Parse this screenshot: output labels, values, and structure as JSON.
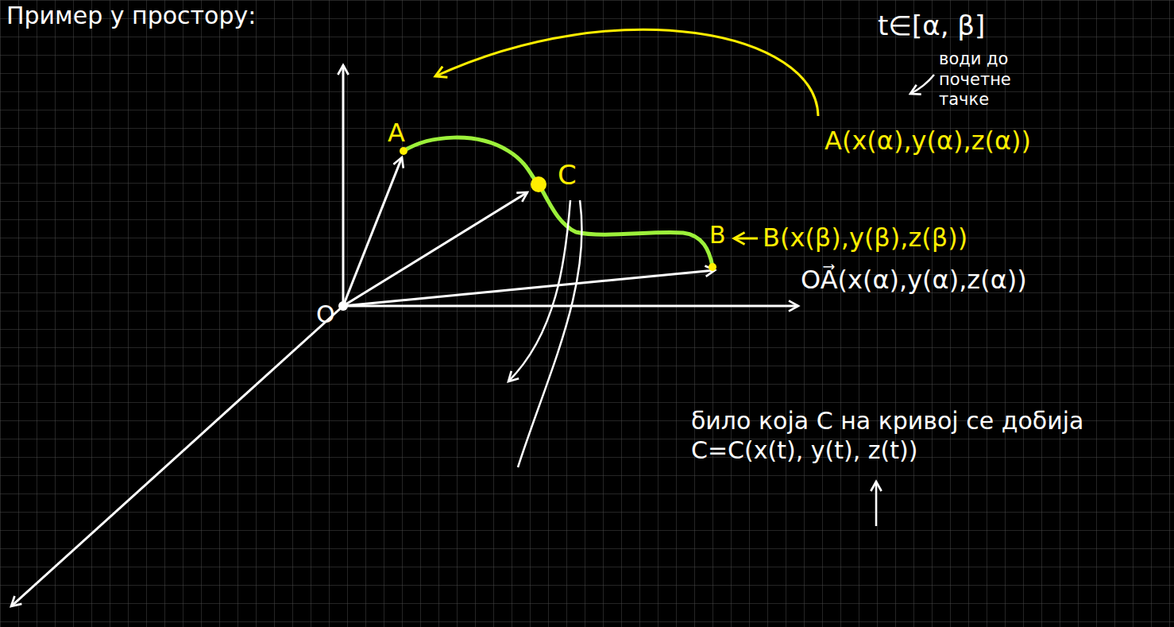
{
  "diagram": {
    "labels": [
      "Пример у простору:",
      "t∈[α, β]",
      "води до почетне тачке",
      "A(x(α),y(α),z(α))",
      "B(x(β),y(β),z(β))",
      "OA⃗(x(α),y(α),z(α))",
      "A",
      "C",
      "O",
      "B",
      "било која C на кривој се добија C=C(x(t), y(t), z(t))"
    ]
  }
}
